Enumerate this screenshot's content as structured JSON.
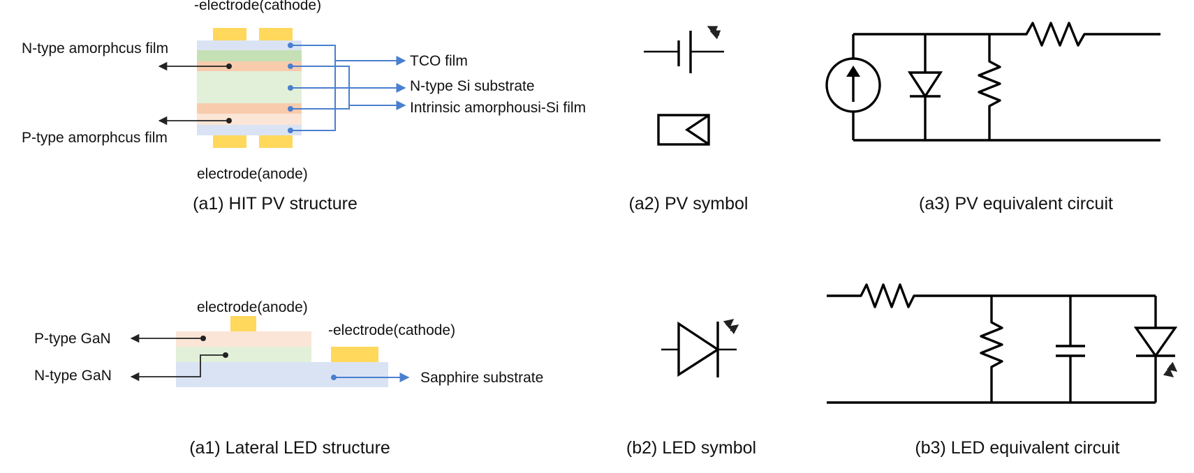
{
  "colors": {
    "gold": "#ffd85c",
    "light_blue": "#dae3f3",
    "green": "#c5e0b4",
    "orange": "#f8cbad",
    "pale_green": "#e2f0d9",
    "pale_orange": "#fbe5d6",
    "arrow_blue": "#4a7fcf",
    "line_black": "#000000"
  },
  "pv": {
    "structure": {
      "cathode_label": "-electrode(cathode)",
      "anode_label": "electrode(anode)",
      "n_label": "N-type amorphcus film",
      "p_label": "P-type amorphcus film",
      "tco_label": "TCO film",
      "nsi_label": "N-type Si substrate",
      "intrinsic_label": "Intrinsic amorphousi-Si film",
      "caption": "(a1) HIT PV structure"
    },
    "symbol": {
      "caption": "(a2) PV symbol"
    },
    "circuit": {
      "caption": "(a3) PV equivalent circuit"
    }
  },
  "led": {
    "structure": {
      "anode_label": "electrode(anode)",
      "cathode_label": "-electrode(cathode)",
      "p_label": "P-type GaN",
      "n_label": "N-type GaN",
      "sapphire_label": "Sapphire substrate",
      "caption": "(a1) Lateral LED structure"
    },
    "symbol": {
      "caption": "(b2) LED symbol"
    },
    "circuit": {
      "caption": "(b3) LED equivalent circuit"
    }
  }
}
